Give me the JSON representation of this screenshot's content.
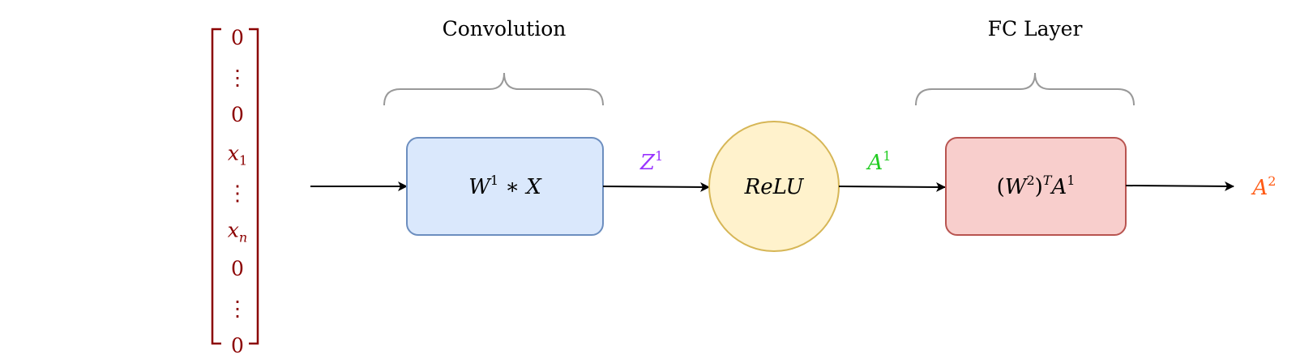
{
  "input_vector": {
    "entries": [
      {
        "base": "0",
        "sub": ""
      },
      {
        "base": "⋮",
        "sub": ""
      },
      {
        "base": "0",
        "sub": ""
      },
      {
        "base": "x",
        "sub": "1"
      },
      {
        "base": "⋮",
        "sub": ""
      },
      {
        "base": "x",
        "sub": "n"
      },
      {
        "base": "0",
        "sub": ""
      },
      {
        "base": "⋮",
        "sub": ""
      },
      {
        "base": "0",
        "sub": ""
      }
    ]
  },
  "groups": {
    "convolution_label": "Convolution",
    "fc_label": "FC Layer"
  },
  "blocks": {
    "conv": {
      "w": "W",
      "w_sup": "1",
      "op": " ∗ ",
      "x": "X"
    },
    "relu": {
      "text": "ReLU"
    },
    "fc": {
      "lp": "(",
      "w": "W",
      "w_sup": "2",
      "rp": ")",
      "t_sup": "T",
      "a": "A",
      "a_sup": "1"
    }
  },
  "edge_labels": {
    "z1": {
      "base": "Z",
      "sup": "1"
    },
    "a1": {
      "base": "A",
      "sup": "1"
    },
    "a2": {
      "base": "A",
      "sup": "2"
    }
  },
  "colors": {
    "matrix": "#8b0000",
    "z1": "#9933ff",
    "a1": "#22cc22",
    "a2": "#ff5a14",
    "conv_fill": "#dae8fc",
    "conv_stroke": "#6c8ebf",
    "relu_fill": "#fff2cc",
    "relu_stroke": "#d6b656",
    "fc_fill": "#f8cecc",
    "fc_stroke": "#b85450",
    "brace": "#999999",
    "arrow": "#000000"
  }
}
